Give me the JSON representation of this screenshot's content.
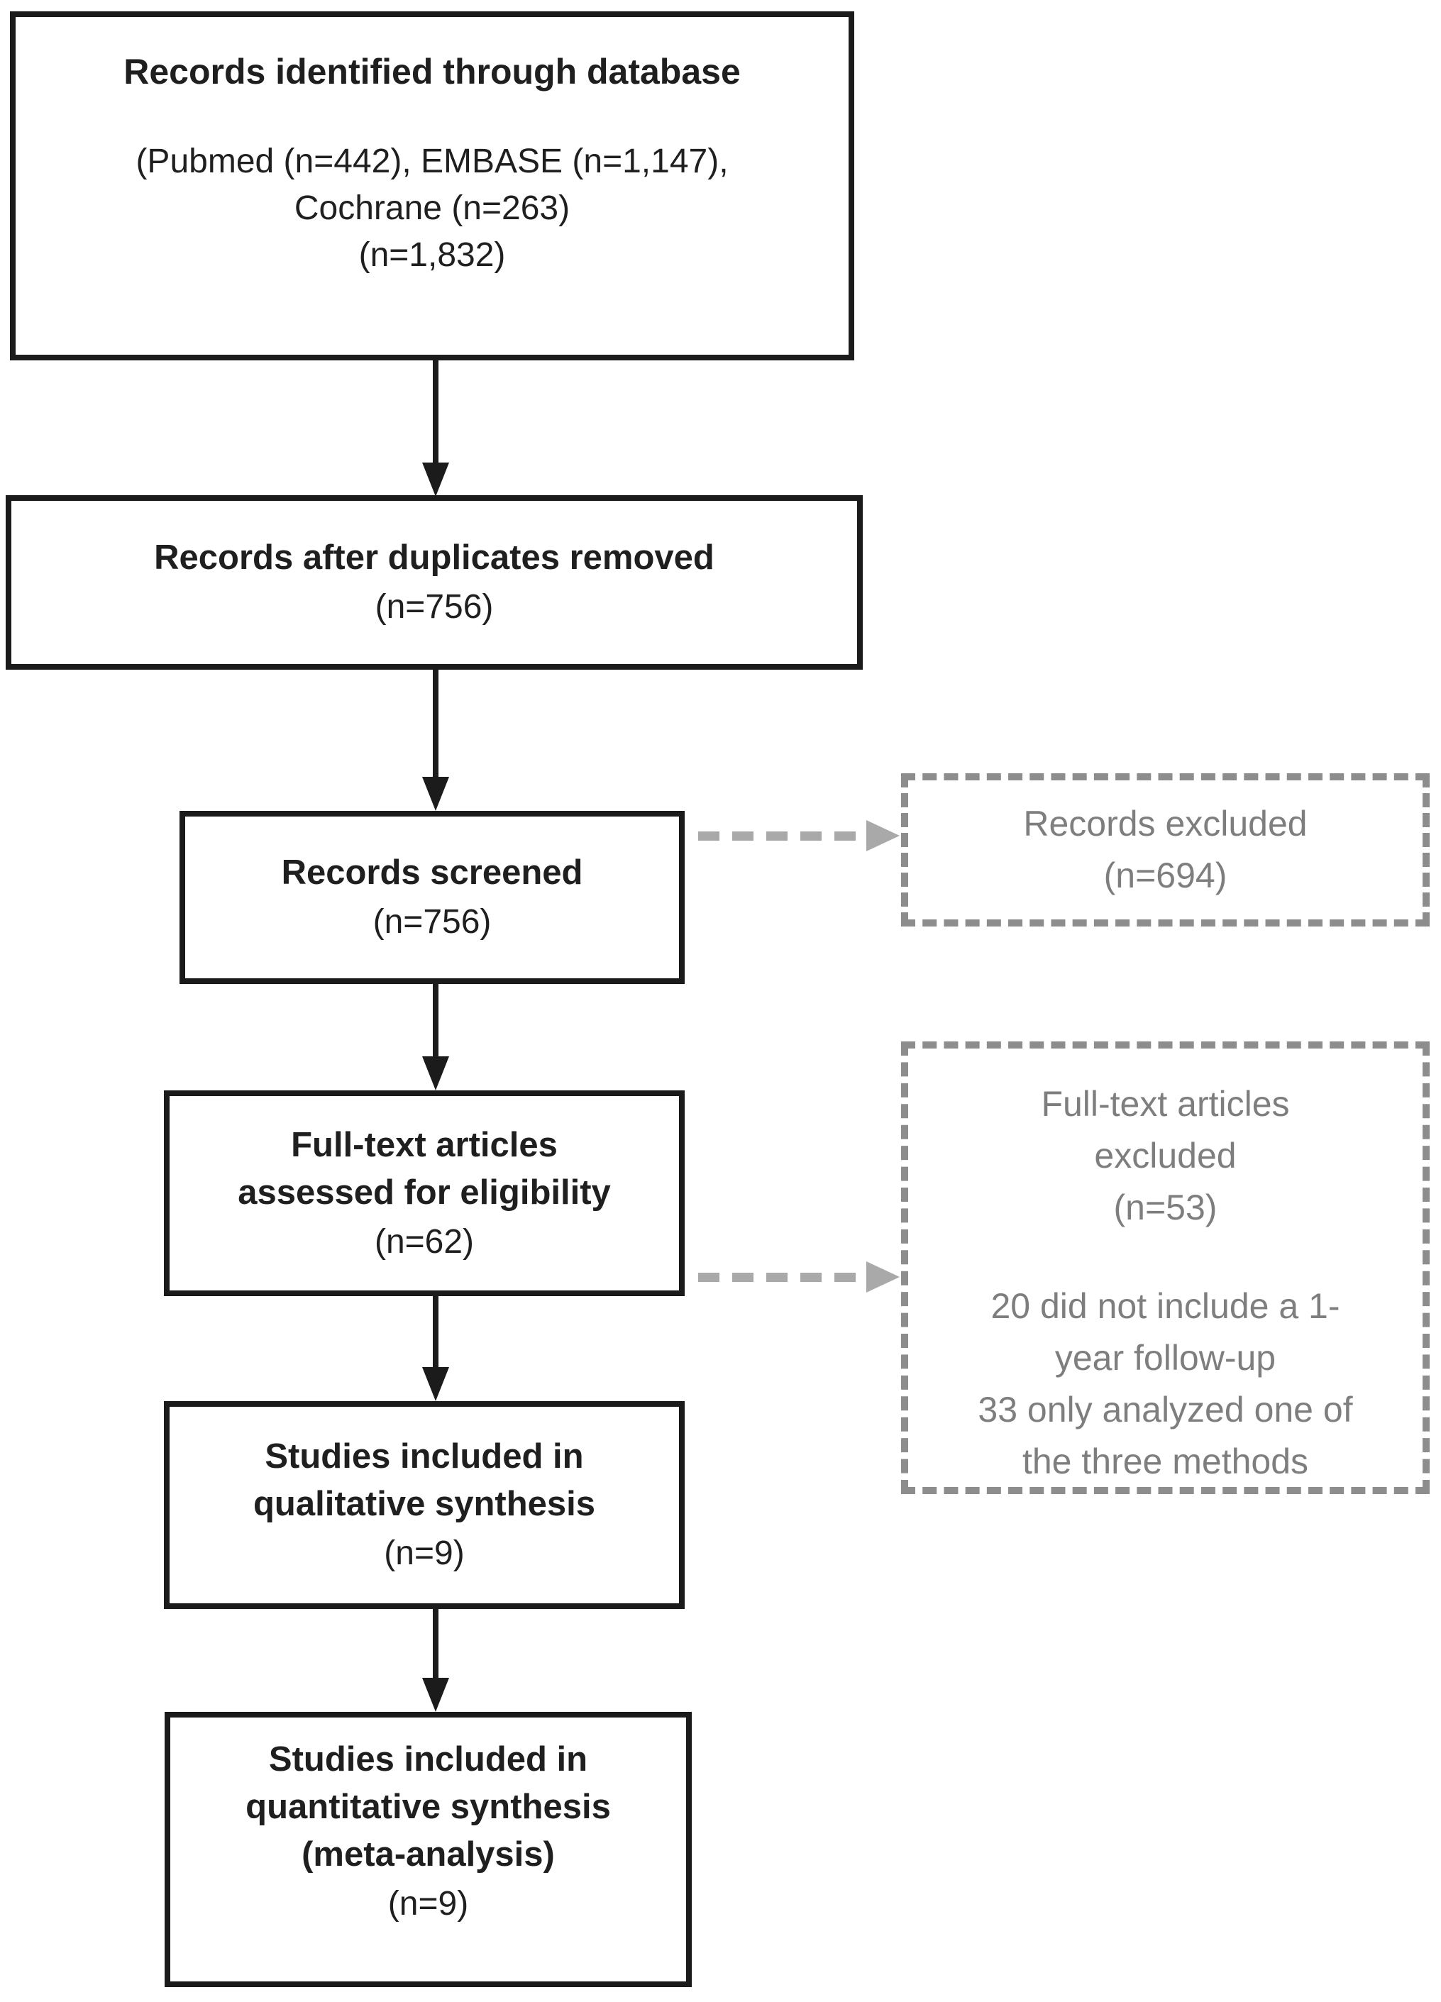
{
  "colors": {
    "solid_border": "#1b1b1b",
    "solid_text": "#1f1f1f",
    "dashed_border": "#8d8d8d",
    "gray_text": "#7e7e7e",
    "arrow_gray": "#a9a9a9",
    "bg": "#ffffff"
  },
  "boxes": {
    "identified": {
      "title": "Records identified through database",
      "detail_lines": [
        "(Pubmed (n=442), EMBASE (n=1,147),",
        "Cochrane (n=263)",
        "(n=1,832)"
      ]
    },
    "deduplicated": {
      "title_lines": [
        "Records after duplicates removed"
      ],
      "count": "(n=756)"
    },
    "screened": {
      "title_lines": [
        "Records screened"
      ],
      "count": "(n=756)"
    },
    "fulltext": {
      "title_lines": [
        "Full-text articles",
        "assessed for eligibility"
      ],
      "count": "(n=62)"
    },
    "qualitative": {
      "title_lines": [
        "Studies included in",
        "qualitative synthesis"
      ],
      "count": "(n=9)"
    },
    "quantitative": {
      "title_lines": [
        "Studies included in",
        "quantitative synthesis",
        "(meta-analysis)"
      ],
      "count": "(n=9)"
    },
    "records_excluded": {
      "lines": [
        "Records excluded",
        "(n=694)"
      ]
    },
    "fulltext_excluded": {
      "lines": [
        "Full-text articles",
        "excluded",
        "(n=53)"
      ],
      "reason_lines": [
        "20 did not include a 1-",
        "year follow-up",
        "33 only analyzed one of",
        "the three methods"
      ]
    }
  }
}
